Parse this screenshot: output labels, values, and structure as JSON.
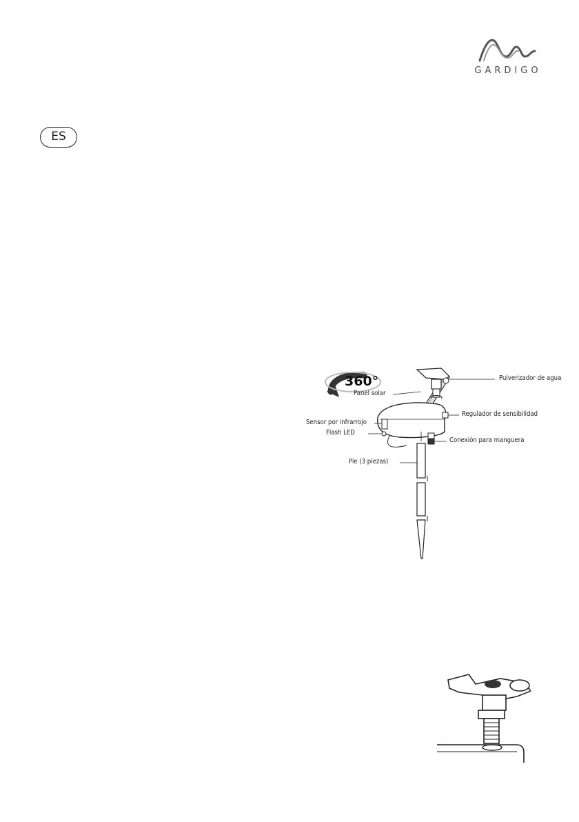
{
  "brand": {
    "name": "GARDIGO"
  },
  "language_badge": "ES",
  "diagram": {
    "rotation_label": "360°",
    "labels": {
      "sprayer": "Pulverizador de agua",
      "solar_panel": "Panel solar",
      "sensitivity": "Regulador de sensibilidad",
      "ir_sensor": "Sensor por infrarrojo",
      "flash_led": "Flash LED",
      "hose_connection": "Conexión para manguera",
      "stake": "Pie (3 piezas)"
    }
  },
  "colors": {
    "text": "#1a1a1a",
    "logo": "#4a4a4a"
  }
}
